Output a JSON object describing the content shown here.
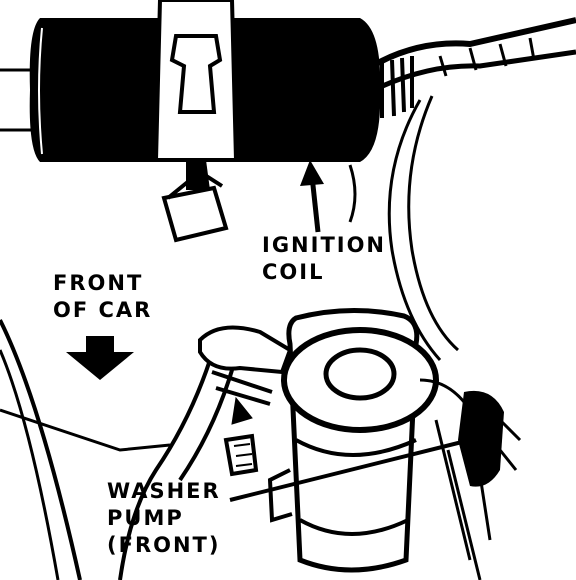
{
  "labels": {
    "ignition_coil_line1": "IGNITION",
    "ignition_coil_line2": "COIL",
    "front_line1": "FRONT",
    "front_line2": "OF CAR",
    "washer_line1": "WASHER",
    "washer_line2": "PUMP",
    "washer_line3": "(FRONT)"
  },
  "colors": {
    "ink": "#000000",
    "paper": "#ffffff"
  }
}
